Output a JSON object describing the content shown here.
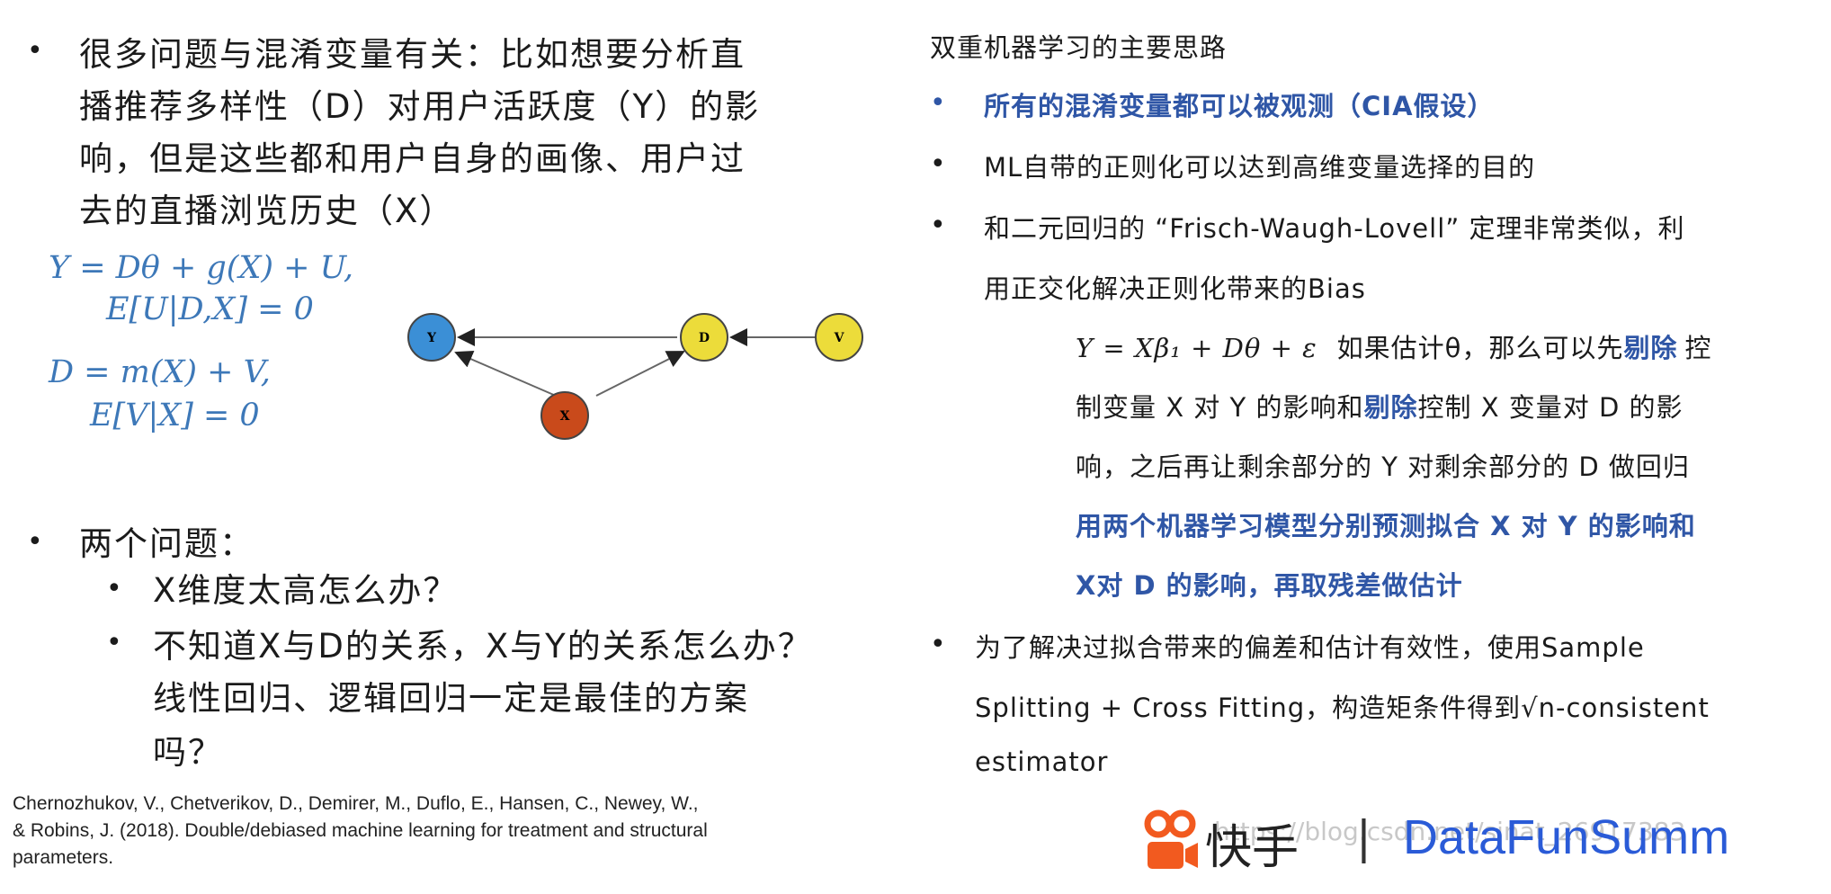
{
  "left": {
    "intro_lines": [
      "很多问题与混淆变量有关：比如想要分析直",
      "播推荐多样性（D）对用户活跃度（Y）的影",
      "响，但是这些都和用户自身的画像、用户过",
      "去的直播浏览历史（X）"
    ],
    "equations": [
      "Y = Dθ + g(X) + U,",
      "E[U|D,X] = 0",
      "D = m(X) + V,",
      "E[V|X] = 0"
    ],
    "dag": {
      "nodes": [
        {
          "label": "Y",
          "color": "#3b8fd6"
        },
        {
          "label": "D",
          "color": "#ecdc3a"
        },
        {
          "label": "V",
          "color": "#ecdc3a"
        },
        {
          "label": "X",
          "color": "#c94a1b"
        }
      ]
    },
    "problems_title": "两个问题：",
    "problems": [
      "X维度太高怎么办？",
      "不知道X与D的关系，X与Y的关系怎么办？",
      "线性回归、逻辑回归一定是最佳的方案",
      "吗？"
    ],
    "reference_lines": [
      "Chernozhukov, V., Chetverikov, D., Demirer, M., Duflo, E., Hansen, C., Newey, W.,",
      "& Robins, J. (2018). Double/debiased machine learning for treatment and structural",
      "parameters."
    ]
  },
  "right": {
    "title": "双重机器学习的主要思路",
    "bullet1": "所有的混淆变量都可以被观测（CIA假设）",
    "bullet2": "ML自带的正则化可以达到高维变量选择的目的",
    "bullet3_line1": "和二元回归的 “Frisch-Waugh-Lovell” 定理非常类似，利",
    "bullet3_line2": "用正交化解决正则化带来的Bias",
    "formula": {
      "eq": "Y = Xβ₁ + Dθ + ε",
      "l1_a": "如果估计θ，那么可以先",
      "l1_b": "剔除",
      "l1_c": "控",
      "l2_a": "制变量 X 对 Y 的影响和",
      "l2_b": "剔除",
      "l2_c": "控制 X 变量对 D 的影",
      "l3": "响，之后再让剩余部分的 Y 对剩余部分的 D 做回归",
      "l4": "用两个机器学习模型分别预测拟合 X 对 Y 的影响和",
      "l5": "X对 D 的影响，再取残差做估计"
    },
    "bullet4_line1": "为了解决过拟合带来的偏差和估计有效性，使用Sample",
    "bullet4_line2": "Splitting + Cross Fitting，构造矩条件得到√n-consistent",
    "bullet4_line3": "estimator"
  },
  "footer": {
    "brand_cn": "快手",
    "separator": "|",
    "brand_en": "DataFunSumm",
    "watermark": "https://blog.csdn.net/sinat_26917383"
  },
  "colors": {
    "equation_blue": "#3d78b8",
    "highlight_blue": "#2f56a6",
    "kuaishou_orange": "#f25a1f",
    "datafun_blue": "#2a5bd7"
  }
}
